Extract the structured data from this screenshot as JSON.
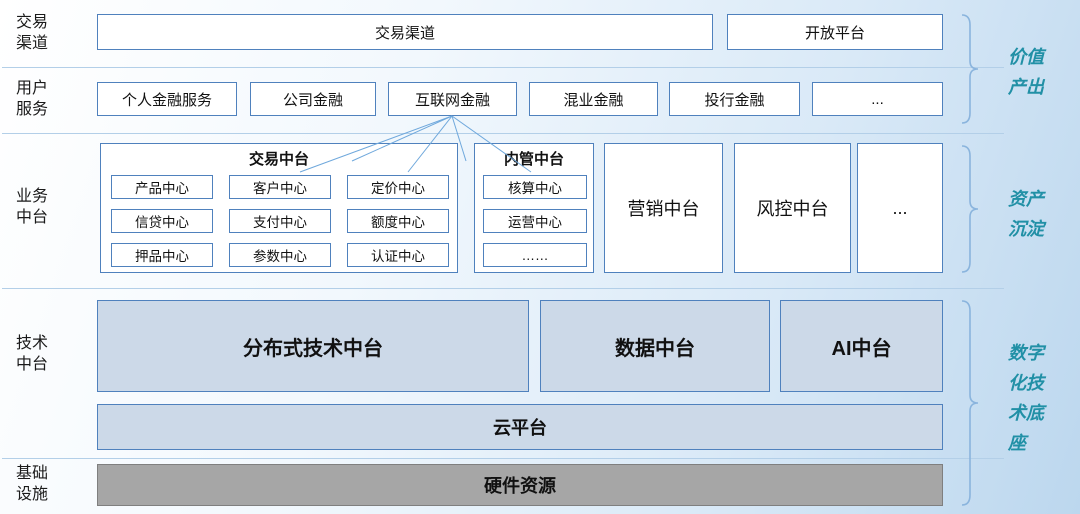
{
  "colors": {
    "box_border": "#4f81bd",
    "tech_fill": "#ccd9e8",
    "hardware_fill": "#a6a6a6",
    "annotation_teal": "#2190a6",
    "connector_blue": "#6fa8dc",
    "brace_blue": "#8ab4dd"
  },
  "layers": {
    "channels": {
      "label": "交易渠道",
      "boxes": [
        "交易渠道",
        "开放平台"
      ]
    },
    "services": {
      "label": "用户服务",
      "boxes": [
        "个人金融服务",
        "公司金融",
        "互联网金融",
        "混业金融",
        "投行金融",
        "..."
      ]
    },
    "business": {
      "label": "业务中台",
      "trade_group": {
        "title": "交易中台",
        "centers": [
          "产品中心",
          "客户中心",
          "定价中心",
          "信贷中心",
          "支付中心",
          "额度中心",
          "押品中心",
          "参数中心",
          "认证中心"
        ]
      },
      "internal_group": {
        "title": "内管中台",
        "centers": [
          "核算中心",
          "运营中心",
          "……"
        ]
      },
      "marketing": "营销中台",
      "risk": "风控中台",
      "more": "..."
    },
    "technology": {
      "label": "技术中台",
      "boxes": [
        "分布式技术中台",
        "数据中台",
        "AI中台"
      ],
      "cloud": "云平台"
    },
    "infrastructure": {
      "label": "基础设施",
      "hardware": "硬件资源"
    }
  },
  "annotations": {
    "value_output": "价值产出",
    "asset_deposit": "资产沉淀",
    "digital_base": "数字化技术底座"
  }
}
